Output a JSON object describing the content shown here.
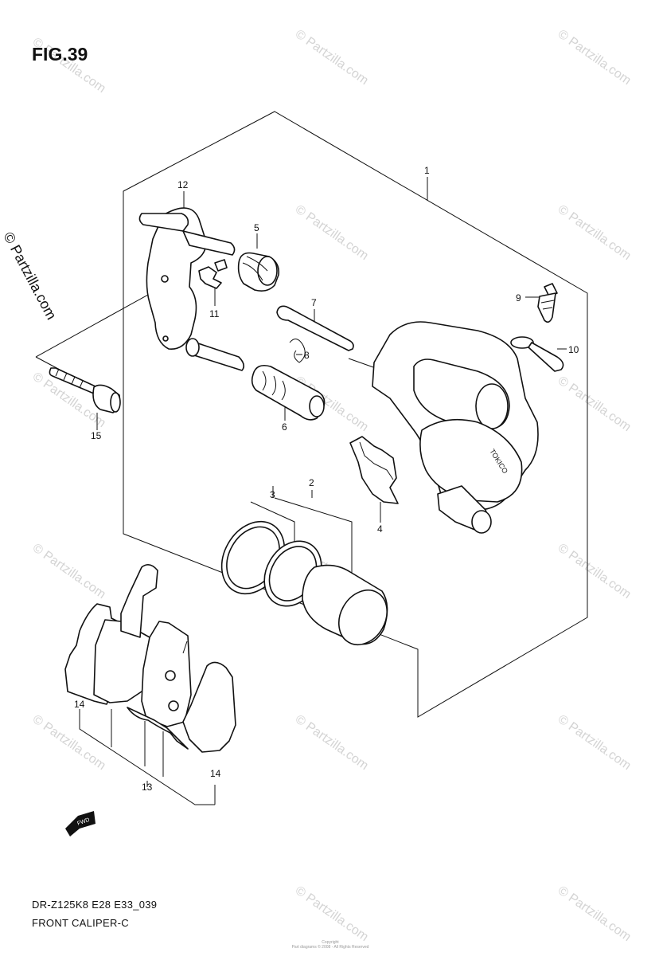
{
  "figure": {
    "title": "FIG.39",
    "model_code": "DR-Z125K8 E28 E33_039",
    "caption": "FRONT CALIPER-C",
    "copyright_lines": [
      "Copyright",
      "Part diagrams © 2008 - All Rights Reserved"
    ]
  },
  "watermarks": {
    "tiled_text": "© Partzilla.com",
    "side_text": "© Partzilla.com"
  },
  "callouts": {
    "c1": "1",
    "c2": "2",
    "c3": "3",
    "c4": "4",
    "c5": "5",
    "c6": "6",
    "c7": "7",
    "c8": "8",
    "c9": "9",
    "c10": "10",
    "c11": "11",
    "c12": "12",
    "c13": "13",
    "c14a": "14",
    "c14b": "14",
    "c15": "15"
  },
  "markings": {
    "fwd_arrow": "FWD",
    "caliper_brand": "TOKICO"
  },
  "icons": [
    "fwd-arrow-icon"
  ]
}
